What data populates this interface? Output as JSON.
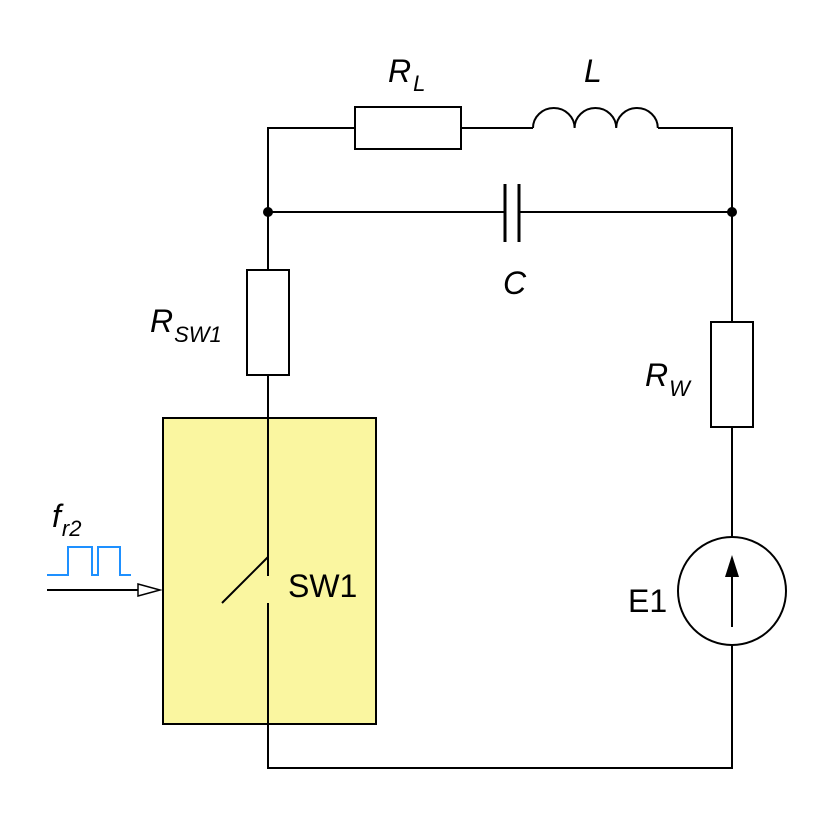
{
  "labels": {
    "rl_main": "R",
    "rl_sub": "L",
    "l": "L",
    "c": "C",
    "rsw_main": "R",
    "rsw_sub": "SW1",
    "rw_main": "R",
    "rw_sub": "W",
    "sw1": "SW1",
    "e1": "E1",
    "freq_main": "f",
    "freq_sub": "r2"
  },
  "colors": {
    "switch_box_fill": "#FAF6A0",
    "pulse_signal": "#1E90FF",
    "wire": "#000000"
  }
}
